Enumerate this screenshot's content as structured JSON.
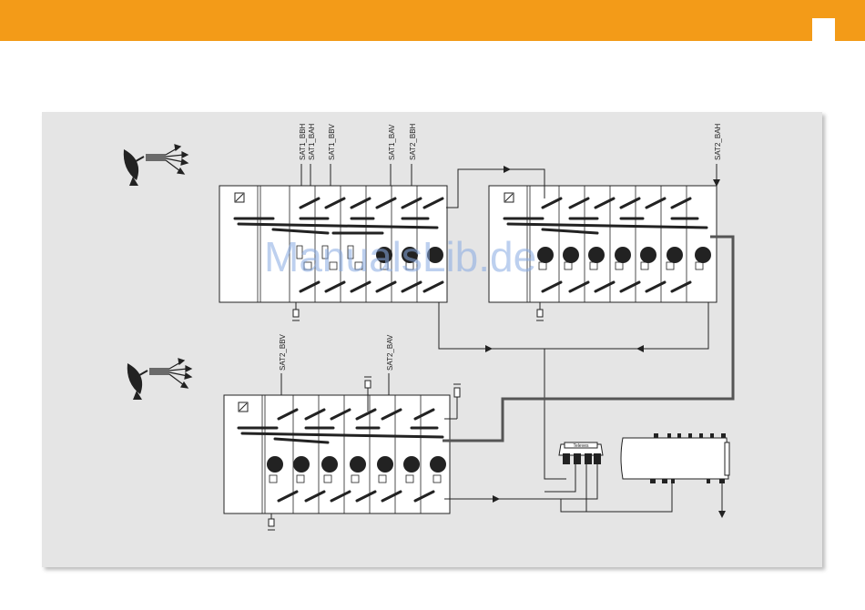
{
  "header": {
    "bar_color": "#f39b18"
  },
  "watermark": "ManualsLib.de",
  "labels": {
    "sat1_bbh": "SAT1_BBH",
    "sat1_bah": "SAT1_BAH",
    "sat1_bbv": "SAT1_BBV",
    "sat1_bav": "SAT1_BAV",
    "sat2_bbh_top": "SAT2_BBH",
    "sat2_bah": "SAT2_BAH",
    "sat2_bbv": "SAT2_BBV",
    "sat2_bav": "SAT2_BAV"
  },
  "power_supply_brand": "Televes",
  "icons": [
    "satellite-dish-icon",
    "terminator-icon",
    "arrow-icon"
  ]
}
